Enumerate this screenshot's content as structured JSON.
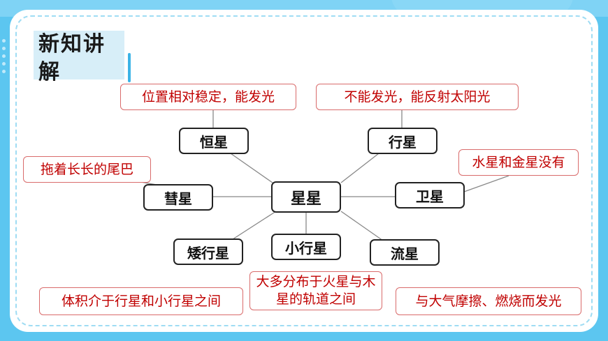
{
  "section_title": "新知讲解",
  "center": "星星",
  "nodes": {
    "hengxing": "恒星",
    "xingxing": "行星",
    "huixing": "彗星",
    "weixing": "卫星",
    "aixingxing": "矮行星",
    "xiaoxingxing": "小行星",
    "liuxing": "流星"
  },
  "notes": {
    "hengxing": "位置相对稳定，能发光",
    "xingxing": "不能发光，能反射太阳光",
    "huixing": "拖着长长的尾巴",
    "weixing": "水星和金星没有",
    "aixingxing": "体积介于行星和小行星之间",
    "xiaoxingxing": "大多分布于火星与木星的轨道之间",
    "liuxing": "与大气摩擦、燃烧而发光"
  },
  "colors": {
    "note_text": "#c00000",
    "note_border": "#d96b6b",
    "background": "#5cc6f0"
  }
}
